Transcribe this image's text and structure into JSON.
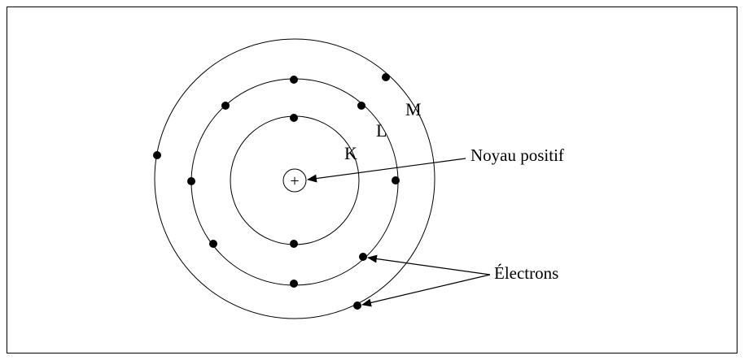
{
  "shell_labels": {
    "k": "K",
    "l": "L",
    "m": "M"
  },
  "nucleus_symbol": "+",
  "annotations": {
    "nucleus": "Noyau positif",
    "electrons": "Électrons"
  },
  "electron_counts": {
    "k": 2,
    "l": 8,
    "m": 3
  }
}
